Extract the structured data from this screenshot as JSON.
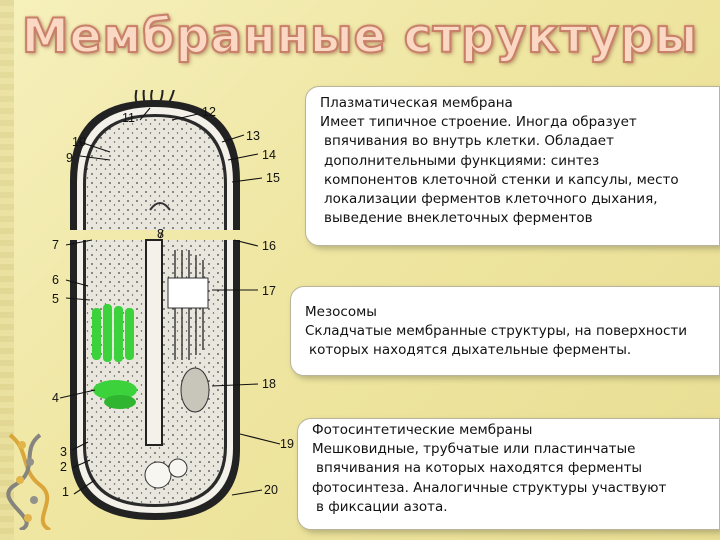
{
  "title": "Мембранные структуры",
  "diagram": {
    "labels": [
      "1",
      "2",
      "3",
      "4",
      "5",
      "6",
      "7",
      "8",
      "9",
      "10",
      "11",
      "12",
      "13",
      "14",
      "15",
      "16",
      "17",
      "18",
      "19",
      "20"
    ]
  },
  "plasma_membrane": {
    "heading": "Плазматическая мембрана",
    "lines": [
      "Имеет типичное строение. Иногда образует",
      "впячивания во внутрь клетки. Обладает",
      "дополнительными функциями: синтез",
      "компонентов клеточной стенки и капсулы,  место",
      "локализации ферментов клеточного дыхания,",
      "выведение внеклеточных ферментов"
    ]
  },
  "mesosomes": {
    "heading": "Мезосомы",
    "lines": [
      "Складчатые мембранные структуры, на поверхности",
      "которых находятся дыхательные ферменты."
    ]
  },
  "photosynthetic": {
    "heading": "Фотосинтетические мембраны",
    "lines": [
      "Мешковидные, трубчатые или пластинчатые",
      "впячивания на которых находятся ферменты",
      "фотосинтеза. Аналогичные структуры участвуют",
      "в фиксации азота."
    ]
  },
  "colors": {
    "background": "#f2eaa8",
    "title_fill": "#fbd8c4",
    "title_outline": "#c98068",
    "membrane_green": "#3bd23b",
    "box_bg": "#ffffff"
  }
}
